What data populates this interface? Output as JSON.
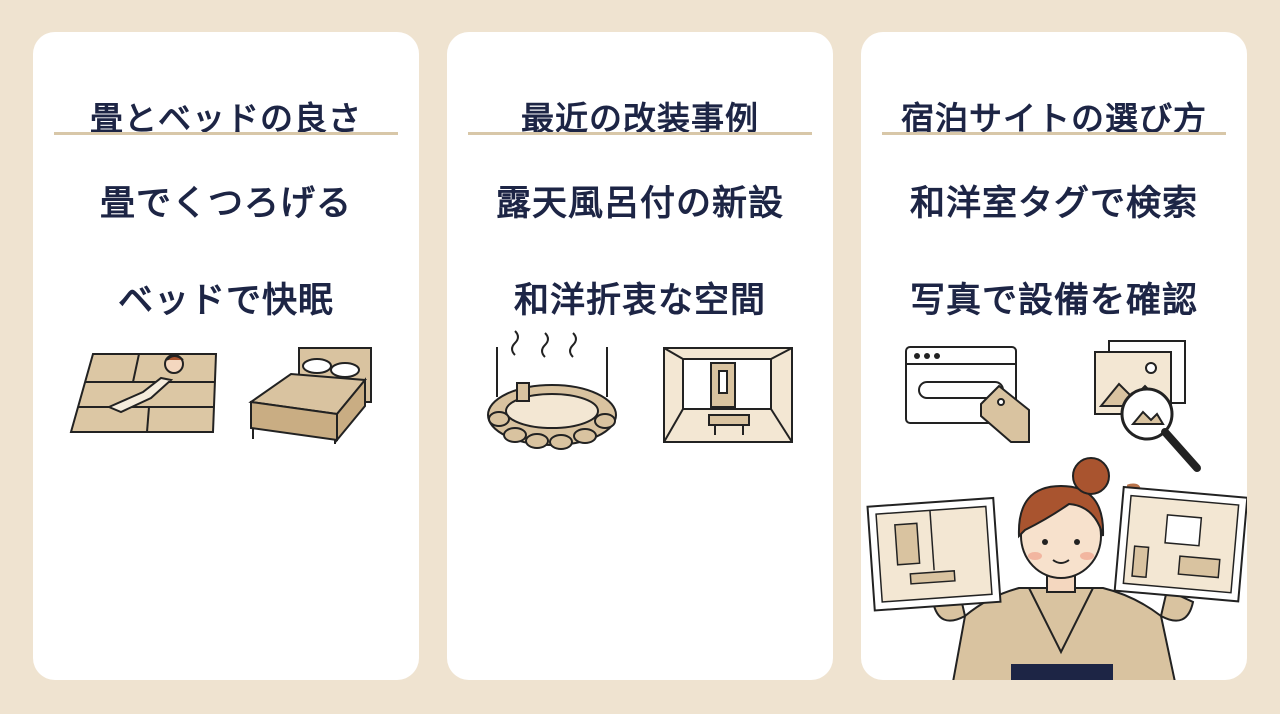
{
  "cards": [
    {
      "title": "畳とベッドの良さ",
      "lines": [
        "畳でくつろげる",
        "ベッドで快眠"
      ],
      "icons": [
        "tatami-relax-icon",
        "bed-icon"
      ]
    },
    {
      "title": "最近の改装事例",
      "lines": [
        "露天風呂付の新設",
        "和洋折衷な空間"
      ],
      "icons": [
        "open-air-bath-icon",
        "japanese-western-room-icon"
      ]
    },
    {
      "title": "宿泊サイトの選び方",
      "lines": [
        "和洋室タグで検索",
        "写真で設備を確認"
      ],
      "icons": [
        "browser-tag-icon",
        "photo-search-icon",
        "woman-holding-room-photos-illustration"
      ]
    }
  ],
  "colors": {
    "background": "#efe3d0",
    "card": "#ffffff",
    "text": "#1d2545",
    "divider": "#d8c7a8",
    "illustration_fill": "#d9c3a0",
    "hair": "#a9542f"
  }
}
